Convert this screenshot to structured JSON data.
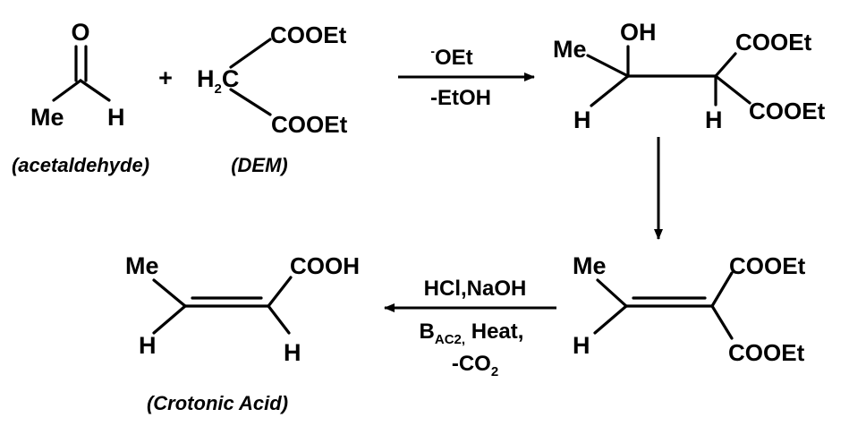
{
  "reactants": {
    "acetaldehyde": {
      "o": "O",
      "me": "Me",
      "h": "H",
      "caption": "(acetaldehyde)"
    },
    "plus": "+",
    "dem": {
      "h": "H",
      "h_sub": "2",
      "c": "C",
      "cooet_top": "COOEt",
      "cooet_bottom": "COOEt",
      "caption": "(DEM)"
    }
  },
  "step1": {
    "superscript": "-",
    "reagent": "OEt",
    "byproduct": "-EtOH"
  },
  "aldol_adduct": {
    "me": "Me",
    "oh": "OH",
    "h_left": "H",
    "h_right": "H",
    "cooet_top": "COOEt",
    "cooet_bottom": "COOEt"
  },
  "unsaturated_ester": {
    "me": "Me",
    "h": "H",
    "cooet_top": "COOEt",
    "cooet_bottom": "COOEt"
  },
  "step3": {
    "line1": "HCl,NaOH",
    "line2_main": "B",
    "line2_sub": "AC2,",
    "line2_rest": " Heat,",
    "line3_main": "-CO",
    "line3_sub": "2"
  },
  "product": {
    "me": "Me",
    "cooh": "COOH",
    "h_left": "H",
    "h_right": "H",
    "caption": "(Crotonic Acid)"
  },
  "colors": {
    "ink": "#000000",
    "background": "#ffffff"
  }
}
